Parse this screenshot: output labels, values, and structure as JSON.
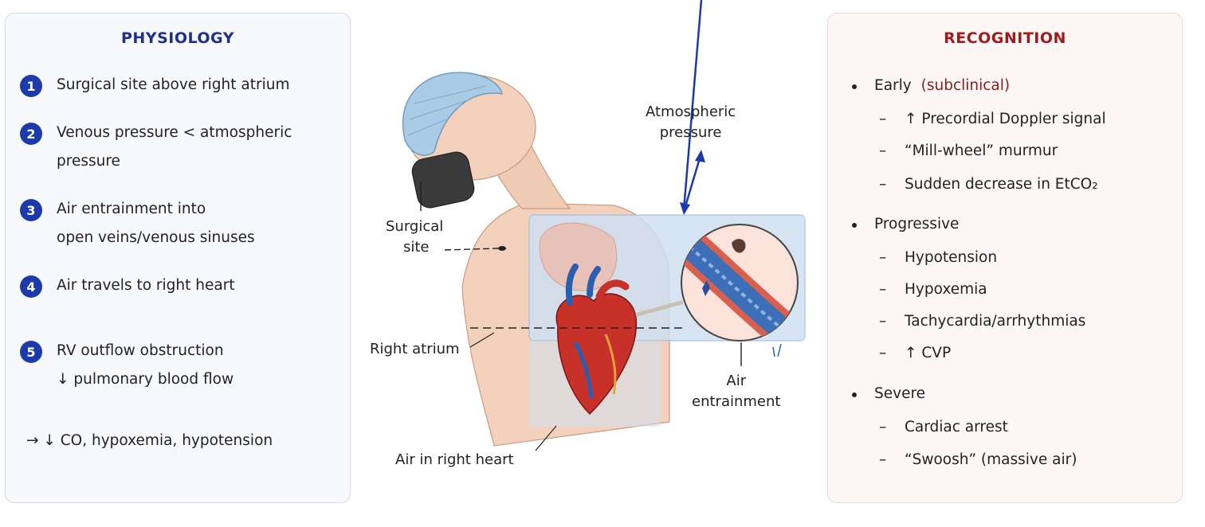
{
  "physiology": {
    "title": "PHYSIOLOGY",
    "steps": [
      {
        "num": "1",
        "lines": [
          "Surgical site above right atrium"
        ]
      },
      {
        "num": "2",
        "lines": [
          "Venous pressure < atmospheric",
          "pressure"
        ]
      },
      {
        "num": "3",
        "lines": [
          "Air entrainment into",
          "open veins/venous sinuses"
        ]
      },
      {
        "num": "4",
        "lines": [
          "Air travels to right heart"
        ]
      },
      {
        "num": "5",
        "lines": [
          "RV outflow obstruction",
          "↓ pulmonary blood flow"
        ]
      }
    ],
    "result": "→ ↓ CO, hypoxemia, hypotension"
  },
  "recognition": {
    "title": "RECOGNITION",
    "early": {
      "label": "Early",
      "qualifier": "(subclinical)",
      "items": [
        "↑ Precordial Doppler signal",
        "“Mill-wheel” murmur",
        "Sudden decrease in EtCO₂"
      ]
    },
    "progressive": {
      "label": "Progressive",
      "items": [
        "Hypotension",
        "Hypoxemia",
        "Tachycardia/arrhythmias",
        "↑ CVP"
      ]
    },
    "severe": {
      "label": "Severe",
      "items": [
        "Cardiac arrest",
        "“Swoosh” (massive air)"
      ]
    },
    "dash": "–"
  },
  "figure_labels": {
    "atmospheric_1": "Atmospheric",
    "atmospheric_2": "pressure",
    "surgical_1": "Surgical",
    "surgical_2": "site",
    "right_atrium": "Right atrium",
    "air_entrainment_1": "Air",
    "air_entrainment_2": "entrainment",
    "air_right_heart": "Air in right heart"
  },
  "colors": {
    "physiology_accent": "#1c3aa9",
    "recognition_accent": "#a01c1c",
    "subclinical": "#8b1a1a"
  }
}
